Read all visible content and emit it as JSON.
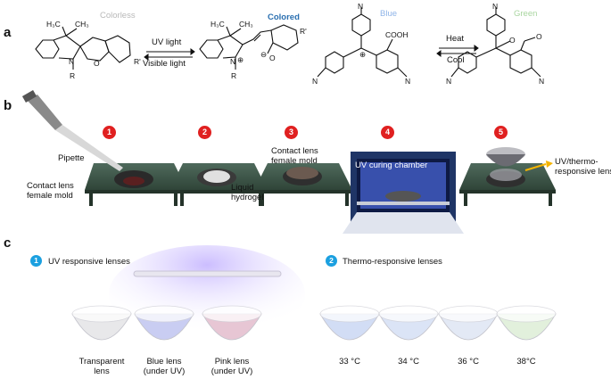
{
  "panel_a": {
    "letter": "a",
    "colorless_label": "Colorless",
    "colored_label": "Colored",
    "blue_label": "Blue",
    "green_label": "Green",
    "uv_light": "UV light",
    "visible_light": "Visible light",
    "heat": "Heat",
    "cool": "Cool",
    "spiropyran": {
      "h3c": "H₃C",
      "ch3": "CH₃",
      "n": "N",
      "r": "R",
      "o": "O",
      "rp": "R'"
    },
    "merocyanine": {
      "h3c": "H₃C",
      "ch3": "CH₃",
      "n": "N",
      "plus": "⊕",
      "r": "R",
      "o": "O",
      "minus": "⊖",
      "rp": "R'"
    },
    "blue_dye": {
      "n_top": "N",
      "n_left": "N",
      "n_right": "N",
      "cooh": "COOH",
      "plus": "⊕"
    },
    "green_dye": {
      "n_top": "N",
      "n_left": "N",
      "n_right": "N",
      "o_ring": "O",
      "o_carbonyl": "O"
    },
    "colors": {
      "colorless": "#b8b8b8",
      "colored": "#2a6fb0",
      "blue": "#8fb4e8",
      "green": "#a9d6a0"
    }
  },
  "panel_b": {
    "letter": "b",
    "steps": [
      "1",
      "2",
      "3",
      "4",
      "5"
    ],
    "pipette": "Pipette",
    "female_mold": "Contact lens\nfemale mold",
    "liquid_hydrogel": "Liquid\nhydrogel",
    "contact_lens_female_mold": "Contact lens\nfemale mold",
    "uv_chamber": "UV curing chamber",
    "uv_thermo": "UV/thermo-\nresponsive lens",
    "step_color": "#e02020",
    "arrow_color": "#f5b400"
  },
  "panel_c": {
    "letter": "c",
    "uv_badge": "1",
    "uv_title": "UV responsive lenses",
    "thermo_badge": "2",
    "thermo_title": "Thermo-responsive lenses",
    "uv_lenses": [
      {
        "label": "Transparent\nlens",
        "color": "#e8e8ea"
      },
      {
        "label": "Blue lens\n(under UV)",
        "color": "#c9cdf2"
      },
      {
        "label": "Pink lens\n(under UV)",
        "color": "#e7c6d4"
      }
    ],
    "thermo_lenses": [
      {
        "label": "33 °C",
        "color": "#d2ddf5"
      },
      {
        "label": "34 °C",
        "color": "#dbe4f6"
      },
      {
        "label": "36 °C",
        "color": "#e3e9f5"
      },
      {
        "label": "38°C",
        "color": "#e2f0dc"
      }
    ],
    "badge_color": "#1ba0e0"
  }
}
